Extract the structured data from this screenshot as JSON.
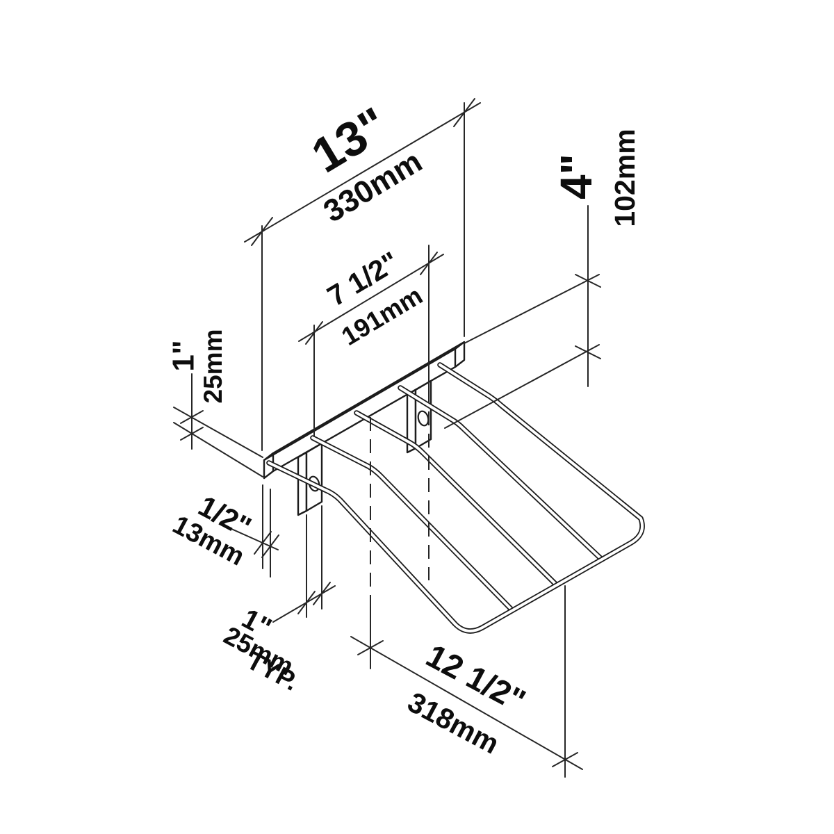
{
  "drawing": {
    "type": "isometric-dimension-drawing",
    "subject": "wall-mounted wire glass rack",
    "background_color": "#ffffff",
    "line_color": "#1c1c1c",
    "dims": {
      "width": {
        "imperial": "13\"",
        "metric": "330mm"
      },
      "mount_spacing": {
        "imperial": "7 1/2\"",
        "metric": "191mm"
      },
      "height": {
        "imperial": "4\"",
        "metric": "102mm"
      },
      "bar_face": {
        "imperial": "1\"",
        "metric": "25mm"
      },
      "bar_thickness": {
        "imperial": "1/2\"",
        "metric": "13mm"
      },
      "tab_width": {
        "imperial": "1\"",
        "metric": "25mm",
        "note": "TYP."
      },
      "depth": {
        "imperial": "12 1/2\"",
        "metric": "318mm"
      }
    }
  }
}
